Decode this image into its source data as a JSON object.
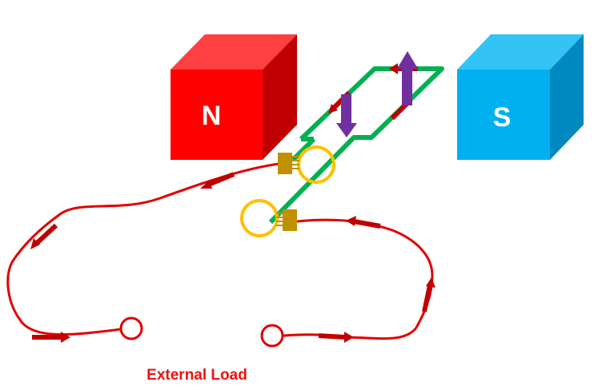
{
  "magnets": {
    "north": {
      "label": "N",
      "color": "#ff0000"
    },
    "south": {
      "label": "S",
      "color": "#00b0f0"
    }
  },
  "load": {
    "label": "External Load",
    "color": "#ee1111"
  },
  "colors": {
    "coil": "#00b050",
    "wire": "#e00000",
    "arrow_marker": "#c00000",
    "force_arrow": "#7030a0",
    "slip_ring": "#ffc000",
    "brush": "#c09000"
  }
}
